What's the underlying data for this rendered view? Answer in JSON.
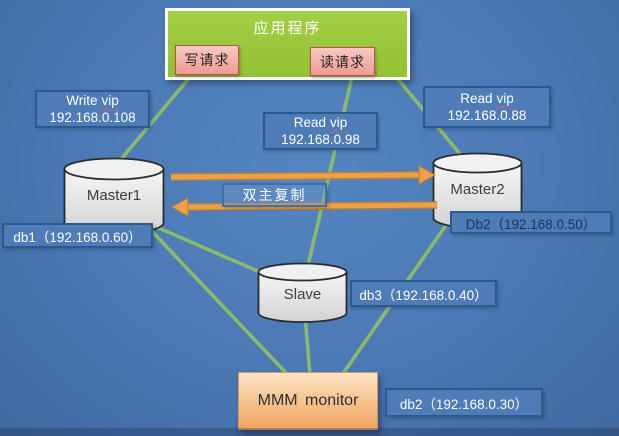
{
  "app": {
    "title": "应用程序",
    "write_request": "写请求",
    "read_request": "读请求"
  },
  "labels": {
    "write_vip": {
      "prefix": "Write",
      "vip": "vip",
      "ip": "192.168.0.108"
    },
    "read_vip_mid": {
      "prefix": "Read",
      "vip": "vip",
      "ip": "192.168.0.98"
    },
    "read_vip_right": {
      "prefix": "Read",
      "vip": "vip",
      "ip": "192.168.0.88"
    },
    "replication": "双主复制",
    "db1": "db1（192.168.0.60）",
    "db2_right": "Db2（192.168.0.50）",
    "db3": "db3（192.168.0.40）",
    "db2_bottom": "db2（192.168.0.30）"
  },
  "nodes": {
    "master1": "Master1",
    "master2": "Master2",
    "slave": "Slave",
    "monitor": "MMM monitor"
  },
  "colors": {
    "background": "#4a78b4",
    "app_green": "#9bc93c",
    "request_pink": "#f3a9a2",
    "label_box_blue": "#4d7cb7",
    "label_border_blue": "#2d5a8e",
    "line_green": "#8bbb6a",
    "arrow_orange": "#e8993f",
    "monitor_orange_top": "#fde4c4",
    "monitor_orange_bottom": "#f0a35c",
    "db2_right_text": "#17365d",
    "cylinder_fill": "#e9e9e9"
  }
}
